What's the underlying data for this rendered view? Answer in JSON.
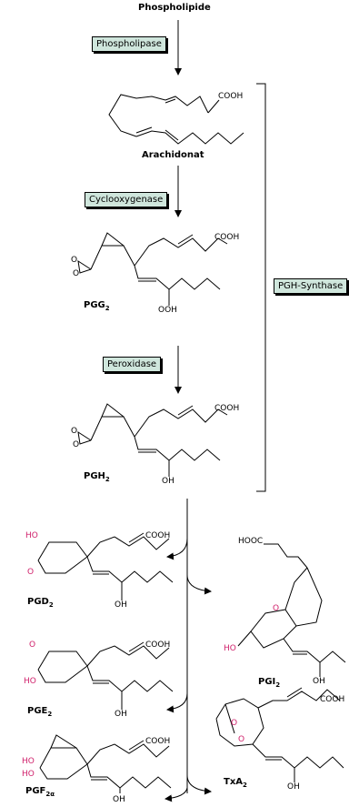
{
  "title": "Phospholipide",
  "enzymes": {
    "phospholipase": "Phospholipase",
    "cyclooxygenase": "Cyclooxygenase",
    "peroxidase": "Peroxidase",
    "synthase": "PGH-Synthase"
  },
  "compounds": {
    "arachidonat": "Arachidonat",
    "pgg2": {
      "base": "PGG",
      "sub": "2"
    },
    "pgh2": {
      "base": "PGH",
      "sub": "2"
    },
    "pgd2": {
      "base": "PGD",
      "sub": "2"
    },
    "pge2": {
      "base": "PGE",
      "sub": "2"
    },
    "pgf2a": {
      "base": "PGF",
      "sub": "2α"
    },
    "pgi2": {
      "base": "PGI",
      "sub": "2"
    },
    "txa2": {
      "base": "TxA",
      "sub": "2"
    }
  },
  "groups": {
    "cooh": "COOH",
    "hooc": "HOOC",
    "ooh": "OOH",
    "oh": "OH",
    "ho": "HO",
    "o": "O"
  },
  "colors": {
    "enzyme_box": "#cfe6dc",
    "hetero_atom": "#d0216b"
  }
}
